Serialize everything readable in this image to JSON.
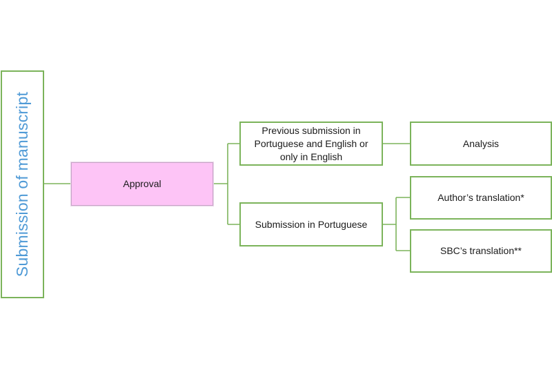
{
  "diagram": {
    "root": {
      "label": "Submission of manuscript"
    },
    "approval": {
      "label": "Approval"
    },
    "previous_submission": {
      "label": "Previous submission in Portuguese and English or only in English"
    },
    "submission_portuguese": {
      "label": "Submission in Portuguese"
    },
    "analysis": {
      "label": "Analysis"
    },
    "author_translation": {
      "label": "Author’s translation*"
    },
    "sbc_translation": {
      "label": "SBC’s translation**"
    }
  },
  "colors": {
    "border": "#7bb35a",
    "root_text": "#4f9ad6",
    "approval_fill": "#fdc4f6"
  }
}
